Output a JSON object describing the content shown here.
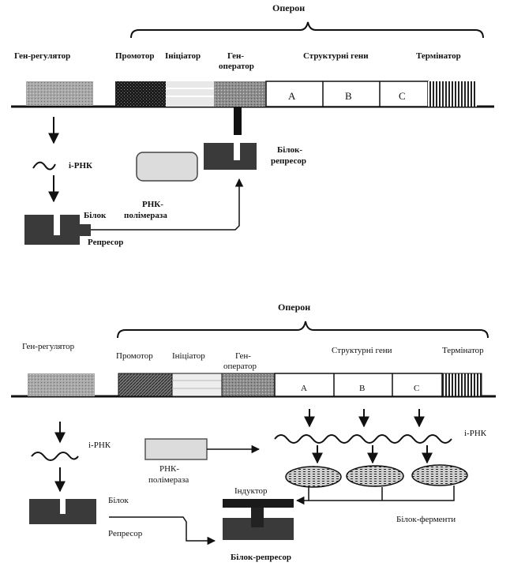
{
  "top": {
    "title": "Оперон",
    "regulator": "Ген-регулятор",
    "promoter": "Промотор",
    "initiator": "Ініціатор",
    "operator_l1": "Ген-",
    "operator_l2": "оператор",
    "structural": "Структурні гени",
    "terminator": "Термінатор",
    "gene_a": "A",
    "gene_b": "B",
    "gene_c": "C",
    "irna": "і-РНК",
    "repressor_l1": "Білок-",
    "repressor_l2": "репресор",
    "polymerase_l1": "РНК-",
    "polymerase_l2": "полімераза",
    "protein": "Білок",
    "repressor": "Репресор"
  },
  "bottom": {
    "title": "Оперон",
    "regulator": "Ген-регулятор",
    "promoter": "Промотор",
    "initiator": "Ініціатор",
    "operator_l1": "Ген-",
    "operator_l2": "оператор",
    "structural": "Структурні гени",
    "terminator": "Термінатор",
    "gene_a": "A",
    "gene_b": "B",
    "gene_c": "C",
    "irna_left": "і-РНК",
    "irna_right": "і-РНК",
    "polymerase_l1": "РНК-",
    "polymerase_l2": "полімераза",
    "protein": "Білок",
    "repressor": "Репресор",
    "inductor": "Індуктор",
    "enzymes": "Білок-ферменти",
    "repressor_protein": "Білок-репресор"
  },
  "colors": {
    "line": "#111111",
    "regulator": "#9a9a9a",
    "promoter": "#222222",
    "initiator": "#e6e6e6",
    "operator": "#8c8c8c",
    "repressor_body": "#3a3a3a",
    "polymerase": "#dcdcdc"
  }
}
